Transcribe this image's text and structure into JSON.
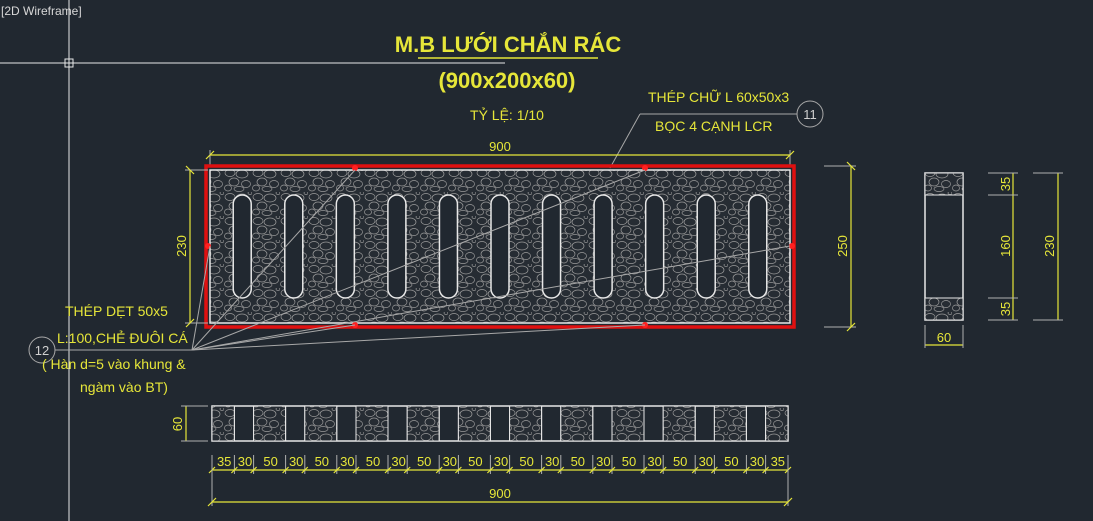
{
  "viewport": {
    "label": "[2D Wireframe]"
  },
  "title": {
    "line1": "M.B LƯỚI CHẮN RÁC",
    "line2": "(900x200x60)",
    "scale": "TỶ LỆ: 1/10"
  },
  "callout_11": {
    "number": "11",
    "line1": "THÉP CHỮ L 60x50x3",
    "line2": "BỌC 4 CẠNH LCR"
  },
  "callout_12": {
    "number": "12",
    "line1": "THÉP DẸT   50x5",
    "line2": "L:100,CHẺ ĐUÔI CÁ",
    "line3": "( Hàn d=5 vào khung &",
    "line4": "ngàm vào BT)"
  },
  "plan_dims": {
    "top": "900",
    "left": "230",
    "right": "250"
  },
  "side_view_dims": {
    "top": "35",
    "middle": "160",
    "bottom": "35",
    "total": "230",
    "width": "60"
  },
  "section_dims": {
    "height": "60",
    "segments": [
      "35",
      "30",
      "50",
      "30",
      "50",
      "30",
      "50",
      "30",
      "50",
      "30",
      "50",
      "30",
      "50",
      "30",
      "50",
      "30",
      "50",
      "30",
      "50",
      "30",
      "50",
      "30",
      "35"
    ],
    "total": "900"
  },
  "colors": {
    "background": "#212830",
    "annotation": "#e6e639",
    "frame": "#e01010"
  }
}
